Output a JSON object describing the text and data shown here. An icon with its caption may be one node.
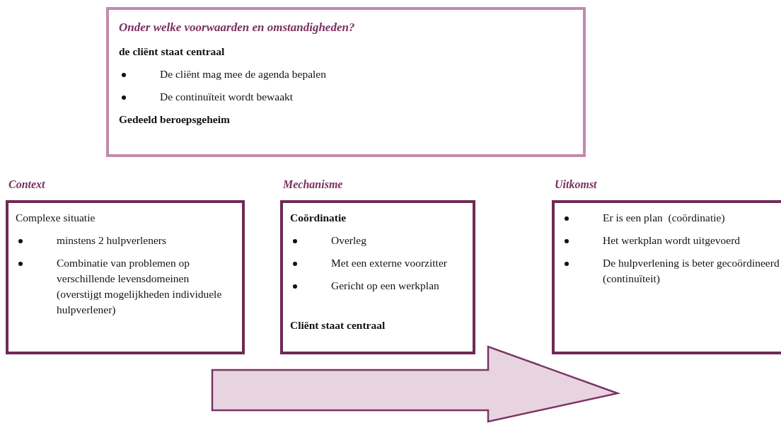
{
  "diagram": {
    "nodes": [
      {
        "text": [
          "Onder welke voorwaarden en omstandigheden?",
          "de cliënt staat centraal",
          "De cliënt mag mee de agenda bepalen",
          "De continuïteit wordt bewaakt",
          "Gedeeld beroepsgeheim"
        ]
      },
      {
        "text": [
          "Context",
          "Complexe situatie",
          "minstens 2 hulpverleners",
          "Combinatie van problemen op verschillende levensdomeinen (overstijgt mogelijkheden individuele hulpverlener)"
        ]
      },
      {
        "text": [
          "Mechanisme",
          "Coördinatie",
          "Overleg",
          "Met een externe voorzitter",
          "Gericht op een werkplan",
          "Cliënt staat centraal"
        ]
      },
      {
        "text": [
          "Uitkomst",
          "Er is een plan  (coördinatie)",
          "Het werkplan wordt uitgevoerd",
          "De hulpverlening is beter gecoördineerd (continuïteit)"
        ]
      }
    ]
  }
}
